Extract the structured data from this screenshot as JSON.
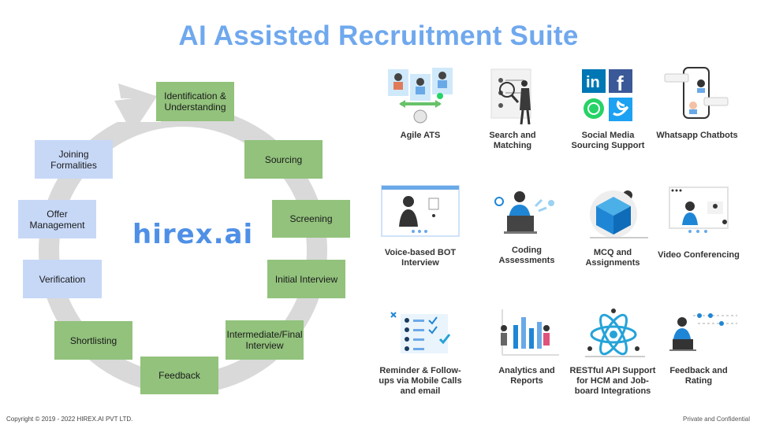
{
  "title": "AI Assisted Recruitment Suite",
  "logo": "hirex.ai",
  "cycle": {
    "stages": [
      {
        "label": "Identification & Understanding",
        "color": "green"
      },
      {
        "label": "Sourcing",
        "color": "green"
      },
      {
        "label": "Screening",
        "color": "green"
      },
      {
        "label": "Initial Interview",
        "color": "green"
      },
      {
        "label": "Intermediate/Final Interview",
        "color": "green"
      },
      {
        "label": "Feedback",
        "color": "green"
      },
      {
        "label": "Shortlisting",
        "color": "green"
      },
      {
        "label": "Verification",
        "color": "blue"
      },
      {
        "label": "Offer Management",
        "color": "blue"
      },
      {
        "label": "Joining Formalities",
        "color": "blue"
      }
    ]
  },
  "features": [
    {
      "label": "Agile ATS",
      "icon": "ats-icon"
    },
    {
      "label": "Search and Matching",
      "icon": "search-person-icon"
    },
    {
      "label": "Social Media Sourcing Support",
      "icon": "social-media-icon"
    },
    {
      "label": "Whatsapp Chatbots",
      "icon": "chatbot-phone-icon"
    },
    {
      "label": "Voice-based BOT Interview",
      "icon": "voice-bot-icon"
    },
    {
      "label": "Coding Assessments",
      "icon": "coding-laptop-icon"
    },
    {
      "label": "MCQ and Assignments",
      "icon": "cube-icon"
    },
    {
      "label": "Video Conferencing",
      "icon": "video-call-icon"
    },
    {
      "label": "Reminder & Follow-ups via Mobile Calls and email",
      "icon": "checklist-icon"
    },
    {
      "label": "Analytics and Reports",
      "icon": "analytics-chart-icon"
    },
    {
      "label": "RESTful API Support for HCM and Job-board Integrations",
      "icon": "api-atom-icon"
    },
    {
      "label": "Feedback and Rating",
      "icon": "feedback-rating-icon"
    }
  ],
  "colors": {
    "title": "#6fa8ee",
    "green_stage": "#92c27c",
    "blue_stage": "#c7d8f7",
    "cycle_arrow": "#d9d9d9",
    "logo": "#4f90e6",
    "accent": "#00b0ff"
  },
  "footer": {
    "copyright": "Copyright © 2019 - 2022 HIREX.AI PVT LTD.",
    "confidential": "Private and Confidential"
  }
}
